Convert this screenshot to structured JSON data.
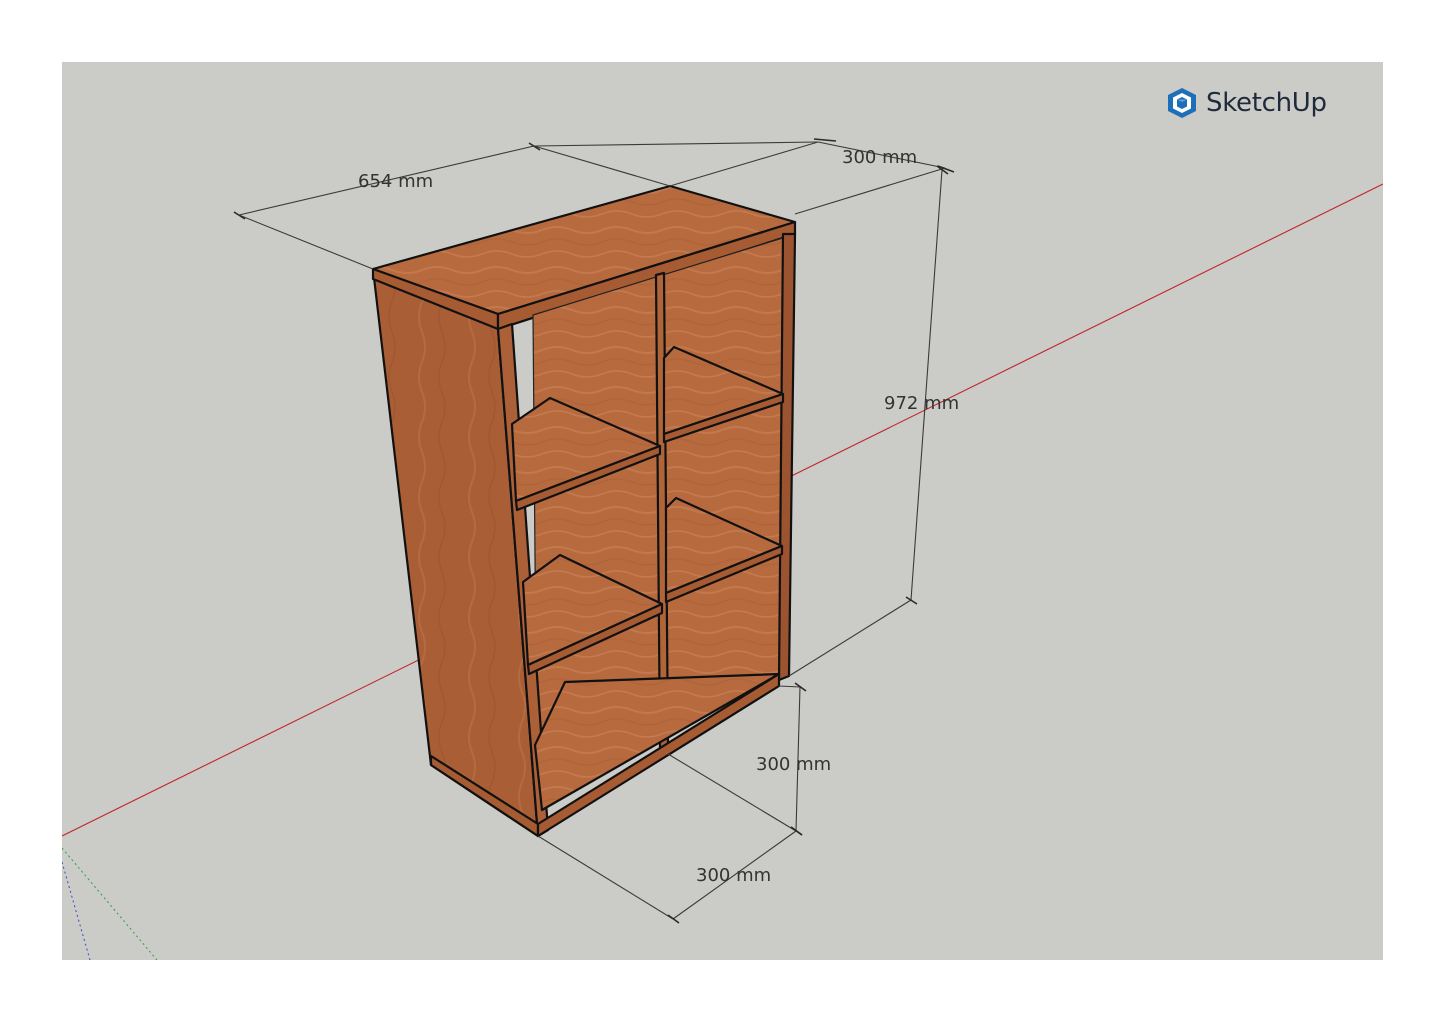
{
  "brand": {
    "name": "SketchUp",
    "icon": "sketchup-logo-icon",
    "color": "#1d6fb8"
  },
  "colors": {
    "background": "#cbccc7",
    "wood": "#b5673d",
    "wood_dark": "#9c5430",
    "wood_light": "#c47a4f",
    "red_axis": "#c0262b",
    "green_axis": "#2f9c4a",
    "blue_axis": "#3a4bc0"
  },
  "dimensions": {
    "width": "654 mm",
    "depth_top": "300 mm",
    "height": "972 mm",
    "leg_height": "300 mm",
    "depth_bottom": "300 mm"
  }
}
